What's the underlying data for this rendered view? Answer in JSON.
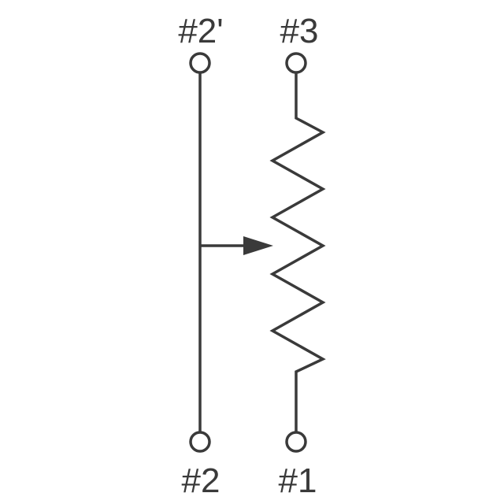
{
  "colors": {
    "line": "#3a3a3a",
    "background": "#ffffff"
  },
  "terminals": {
    "top_left": "#2'",
    "top_right": "#3",
    "bottom_left": "#2",
    "bottom_right": "#1"
  }
}
